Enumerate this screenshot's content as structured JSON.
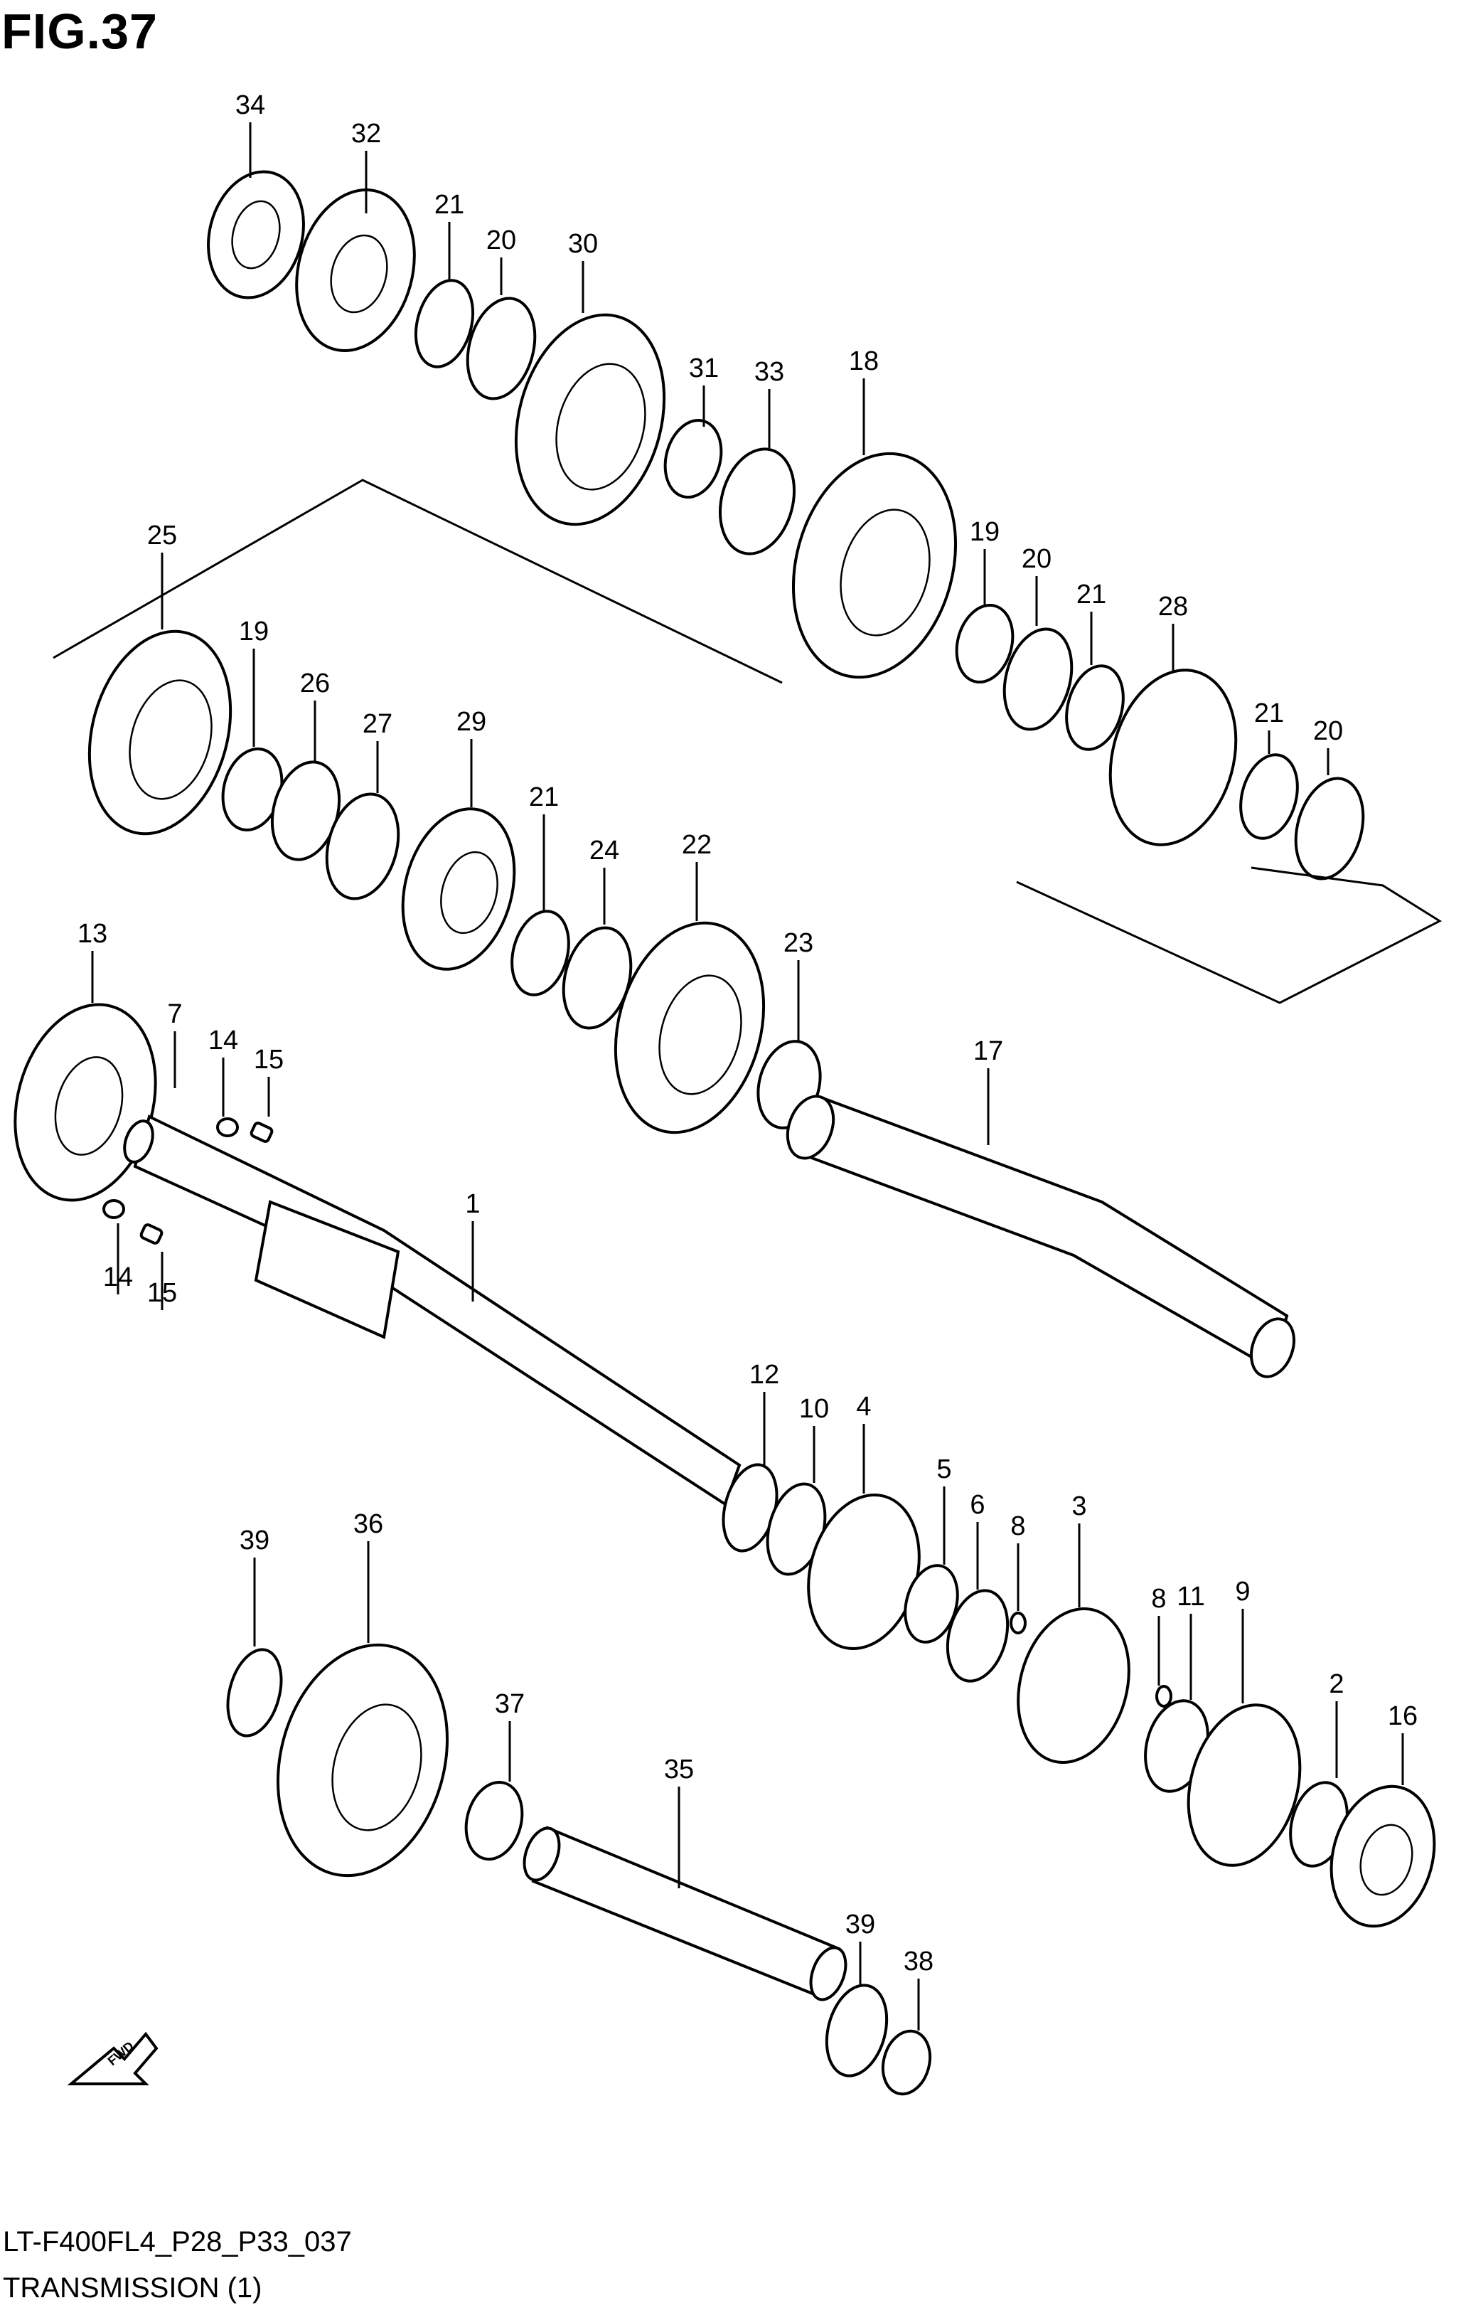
{
  "header": {
    "figure_title": "FIG.37"
  },
  "footer": {
    "diagram_code": "LT-F400FL4_P28_P33_037",
    "caption": "TRANSMISSION (1)"
  },
  "fwd_label": "FWD",
  "callouts": [
    "34",
    "32",
    "21",
    "20",
    "30",
    "31",
    "33",
    "18",
    "19",
    "20",
    "21",
    "28",
    "21",
    "20",
    "25",
    "19",
    "26",
    "27",
    "29",
    "21",
    "24",
    "22",
    "23",
    "13",
    "7",
    "14",
    "15",
    "14",
    "15",
    "1",
    "17",
    "12",
    "10",
    "4",
    "5",
    "6",
    "8",
    "3",
    "8",
    "11",
    "9",
    "2",
    "16",
    "39",
    "36",
    "37",
    "35",
    "39",
    "38"
  ]
}
